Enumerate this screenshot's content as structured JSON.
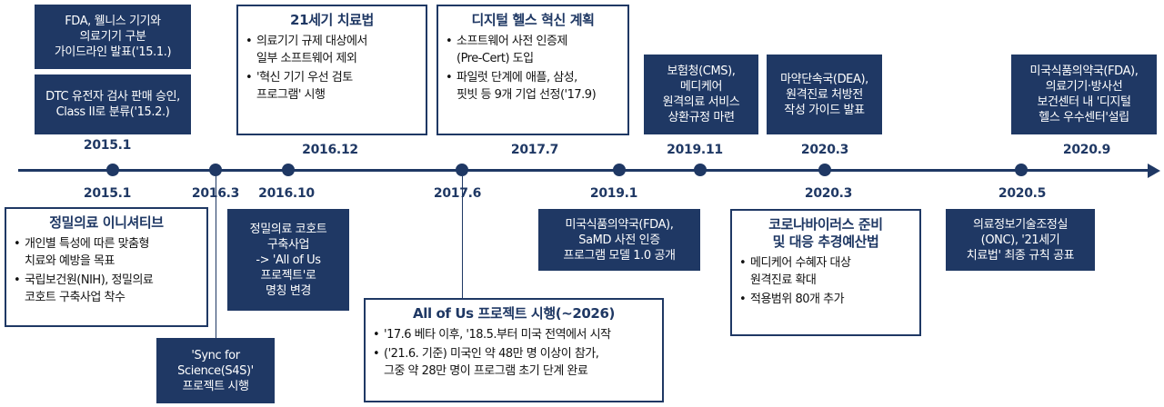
{
  "timeline": {
    "top_dates": [
      "2015.1",
      "2016.12",
      "2017.7",
      "2019.11",
      "2020.3",
      "2020.9"
    ],
    "bottom_dates": [
      "2015.1",
      "2016.3",
      "2016.10",
      "2017.6",
      "2019.1",
      "2020.3",
      "2020.5"
    ]
  },
  "top_events": {
    "fda_wellness": [
      "FDA, 웰니스 기기와",
      "의료기기 구분",
      "가이드라인 발표('15.1.)"
    ],
    "dtc_genetic": [
      "DTC 유전자 검사 판매 승인,",
      "Class II로 분류('15.2.)"
    ],
    "cures_act": {
      "title": "21세기 치료법",
      "bullets": [
        [
          "의료기기 규제 대상에서",
          "일부 소프트웨어 제외"
        ],
        [
          "'혁신 기기 우선 검토",
          "프로그램' 시행"
        ]
      ]
    },
    "digital_health": {
      "title": "디지털 헬스 혁신 계획",
      "bullets": [
        [
          "소프트웨어 사전 인증제",
          "(Pre-Cert) 도입"
        ],
        [
          "파일럿 단계에 애플, 삼성,",
          "핏빗 등 9개 기업 선정('17.9)"
        ]
      ]
    },
    "cms": [
      "보험청(CMS),",
      "메디케어",
      "원격의료 서비스",
      "상환규정 마련"
    ],
    "dea": [
      "마약단속국(DEA),",
      "원격진료 처방전",
      "작성 가이드 발표"
    ],
    "fda_center": [
      "미국식품의약국(FDA),",
      "의료기기·방사선",
      "보건센터 내 '디지털",
      "헬스 우수센터'설립"
    ]
  },
  "bottom_events": {
    "precision": {
      "title": "정밀의료 이니셔티브",
      "bullets": [
        [
          "개인별 특성에 따른 맞춤형",
          "치료와 예방을 목표"
        ],
        [
          "국립보건원(NIH), 정밀의료",
          "코호트 구축사업 착수"
        ]
      ]
    },
    "s4s": [
      "'Sync for",
      "Science(S4S)'",
      "프로젝트 시행"
    ],
    "cohort": [
      "정밀의료 코호트",
      "구축사업",
      "-> 'All of Us",
      "프로젝트'로",
      "명칭 변경"
    ],
    "allofus": {
      "title": "All of Us 프로젝트 시행(~2026)",
      "bullets": [
        [
          "'17.6 베타 이후, '18.5.부터 미국 전역에서 시작"
        ],
        [
          "('21.6. 기준) 미국인 약 48만 명 이상이 참가,",
          "그중 약 28만 명이 프로그램 초기 단계 완료"
        ]
      ]
    },
    "samd": [
      "미국식품의약국(FDA),",
      "SaMD 사전 인증",
      "프로그램 모델 1.0 공개"
    ],
    "corona": {
      "title": [
        "코로나바이러스 준비",
        "및 대응 추경예산법"
      ],
      "bullets": [
        [
          "메디케어 수혜자 대상",
          "원격진료 확대"
        ],
        [
          "적용범위 80개 추가"
        ]
      ]
    },
    "onc": [
      "의료정보기술조정실",
      "(ONC), '21세기",
      "치료법' 최종 규칙 공표"
    ]
  }
}
